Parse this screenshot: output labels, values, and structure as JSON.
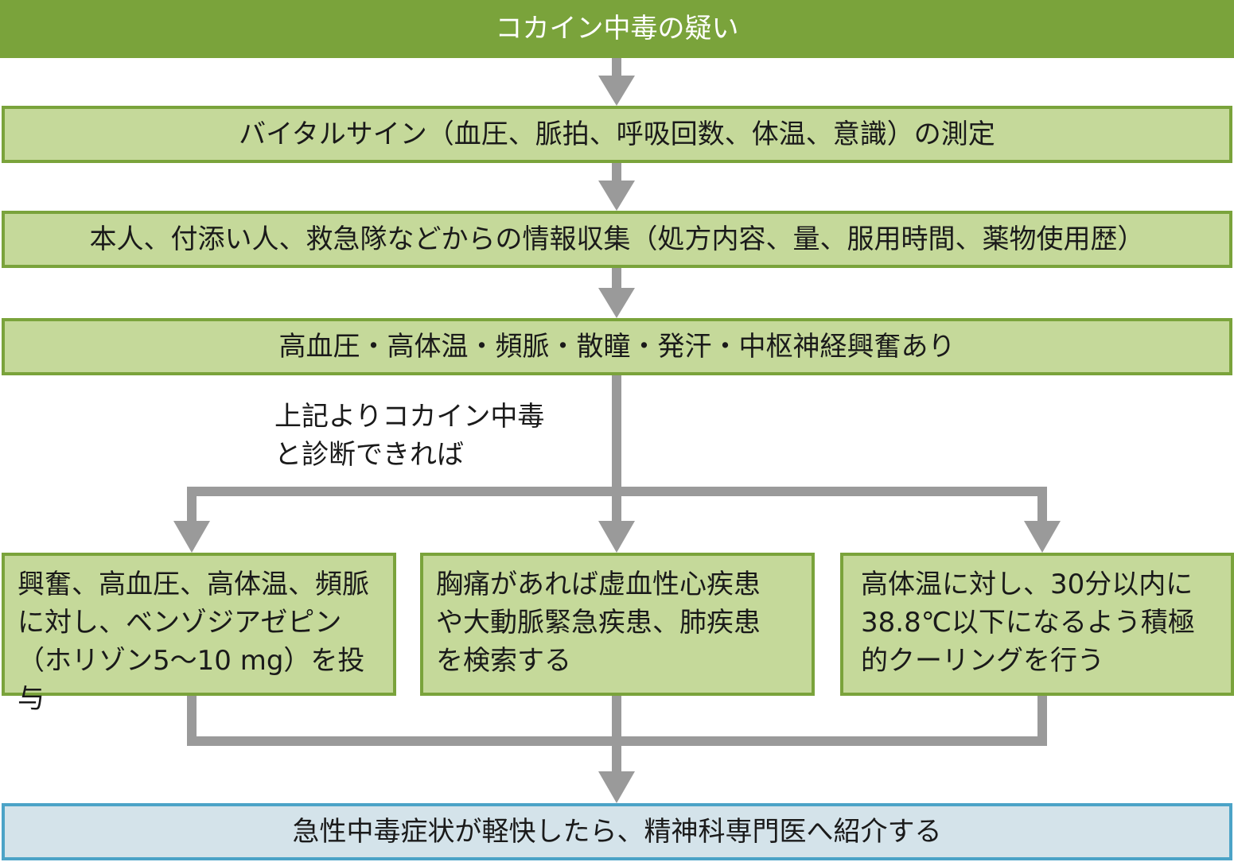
{
  "diagram": {
    "header": "コカイン中毒の疑い",
    "steps": [
      "バイタルサイン（血圧、脈拍、呼吸回数、体温、意識）の測定",
      "本人、付添い人、救急隊などからの情報収集（処方内容、量、服用時間、薬物使用歴）",
      "高血圧・高体温・頻脈・散瞳・発汗・中枢神経興奮あり"
    ],
    "note": [
      "上記よりコカイン中毒",
      "と診断できれば"
    ],
    "branches": [
      [
        "興奮、高血圧、高体温、頻脈",
        "に対し、ベンゾジアゼピン",
        "（ホリゾン5～10 mg）を投与"
      ],
      [
        "胸痛があれば虚血性心疾患",
        "や大動脈緊急疾患、肺疾患",
        "を検索する"
      ],
      [
        "高体温に対し、30分以内に",
        "38.8℃以下になるよう積極",
        "的クーリングを行う"
      ]
    ],
    "final": "急性中毒症状が軽快したら、精神科専門医へ紹介する",
    "colors": {
      "green_dark": "#7aa33b",
      "green_light": "#c5d99a",
      "blue_border": "#4ba3c7",
      "blue_light": "#d4e3ea",
      "arrow_gray": "#9a9a9a"
    }
  }
}
